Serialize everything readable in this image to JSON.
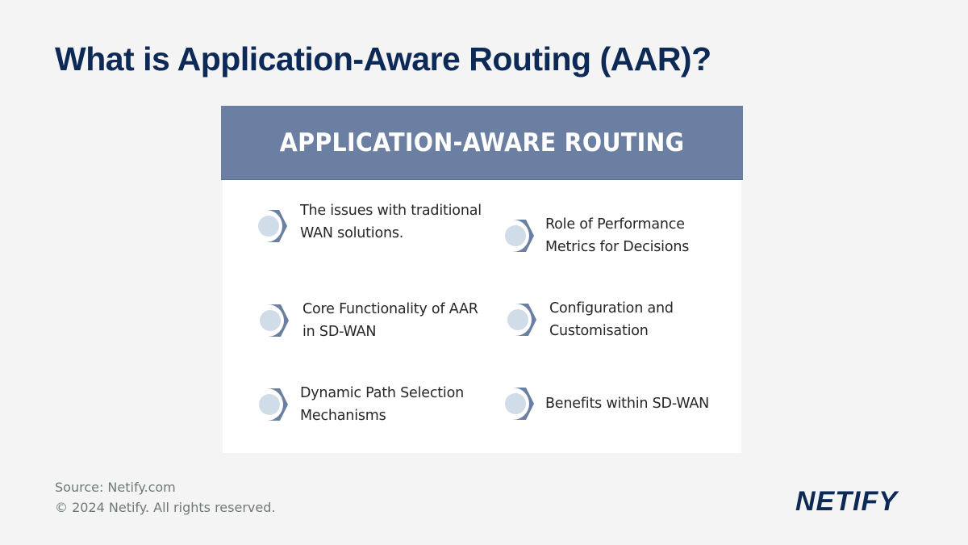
{
  "page": {
    "title": "What is Application-Aware Routing (AAR)?"
  },
  "card": {
    "header": "APPLICATION-AWARE ROUTING",
    "items": [
      {
        "line1": "The issues with traditional",
        "line2": "WAN solutions."
      },
      {
        "line1": "Role of Performance",
        "line2": "Metrics for Decisions"
      },
      {
        "line1": "Core Functionality of AAR",
        "line2": "in SD-WAN"
      },
      {
        "line1": "Configuration and",
        "line2": "Customisation"
      },
      {
        "line1": "Dynamic Path Selection",
        "line2": "Mechanisms"
      },
      {
        "line1": "Benefits within SD-WAN",
        "line2": ""
      }
    ],
    "icon": "bullet-chevron-circle-icon"
  },
  "footer": {
    "source": "Source: Netify.com",
    "copyright": "© 2024 Netify. All rights reserved.",
    "logo": "NETIFY"
  },
  "colors": {
    "background": "#f4f4f4",
    "title": "#0d2a57",
    "header_bg": "#6a7fa1",
    "icon_circle": "#d0dde8",
    "icon_bracket": "#6a7fa1",
    "footer_text": "#6f7a78"
  }
}
